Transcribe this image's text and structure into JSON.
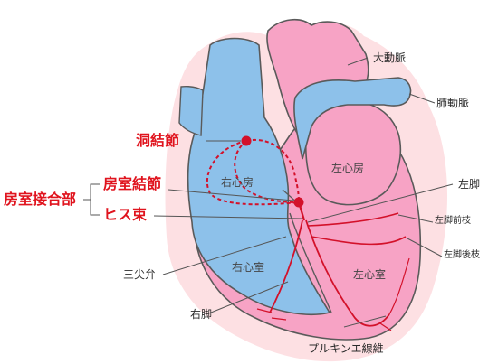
{
  "colors": {
    "halo": "#fde0e3",
    "vessel_blue": "#8dc1ea",
    "chamber_pink": "#f7a3c5",
    "outline": "#5a5a5a",
    "conduction_red": "#d3112a",
    "leader_line": "#555555",
    "accent_red": "#e0141e"
  },
  "diagram": {
    "structures": {
      "aorta": "大動脈",
      "pulmonary_artery": "肺動脈",
      "left_atrium": "左心房",
      "right_atrium": "右心房",
      "right_ventricle": "右心室",
      "left_ventricle": "左心室",
      "tricuspid_valve": "三尖弁"
    },
    "conduction_system": {
      "sa_node": "洞結節",
      "av_junction": "房室接合部",
      "av_node": "房室結節",
      "his_bundle": "ヒス束",
      "right_bundle_branch": "右脚",
      "left_bundle_branch": "左脚",
      "left_anterior_fascicle": "左脚前枝",
      "left_posterior_fascicle": "左脚後枝",
      "purkinje_fibers": "プルキンエ線維"
    }
  }
}
